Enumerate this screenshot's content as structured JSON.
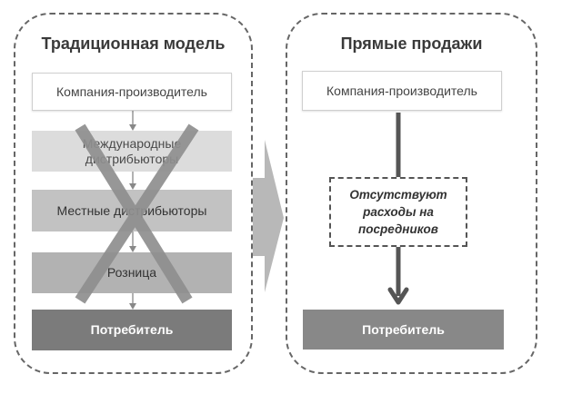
{
  "left_panel": {
    "title": "Традиционная модель",
    "boxes": [
      "Компания-производитель",
      "Международные дистрибьюторы",
      "Местные дистрибьюторы",
      "Розница",
      "Потребитель"
    ]
  },
  "right_panel": {
    "title": "Прямые продажи",
    "top_box": "Компания-производитель",
    "note": "Отсутствуют расходы на посредников",
    "bottom_box": "Потребитель"
  },
  "colors": {
    "panel_border": "#666666",
    "cross": "#8f8f8f",
    "consumer_box": "#7b7b7b",
    "big_arrow": "#b8b8b8",
    "thick_arrow": "#555555"
  },
  "icons": [
    "cross-out-icon",
    "transition-arrow-icon"
  ]
}
